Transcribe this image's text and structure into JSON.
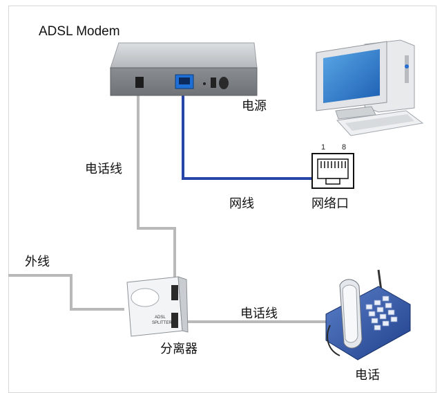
{
  "labels": {
    "modem": "ADSL Modem",
    "power": "电源",
    "phone_line_top": "电话线",
    "network_cable": "网线",
    "network_port": "网络口",
    "outside_line": "外线",
    "phone_line_bottom": "电话线",
    "splitter": "分离器",
    "telephone": "电话"
  },
  "port_pins": {
    "first": "1",
    "last": "8"
  },
  "colors": {
    "network_cable": "#2744a8",
    "phone_cable": "#b9b9b9",
    "modem_body": "#9fa3a8",
    "modem_top": "#c7cace",
    "port_highlight": "#1e6fd6"
  },
  "icons": [
    "computer-icon",
    "modem-icon",
    "splitter-icon",
    "telephone-icon",
    "rj45-port-icon"
  ]
}
